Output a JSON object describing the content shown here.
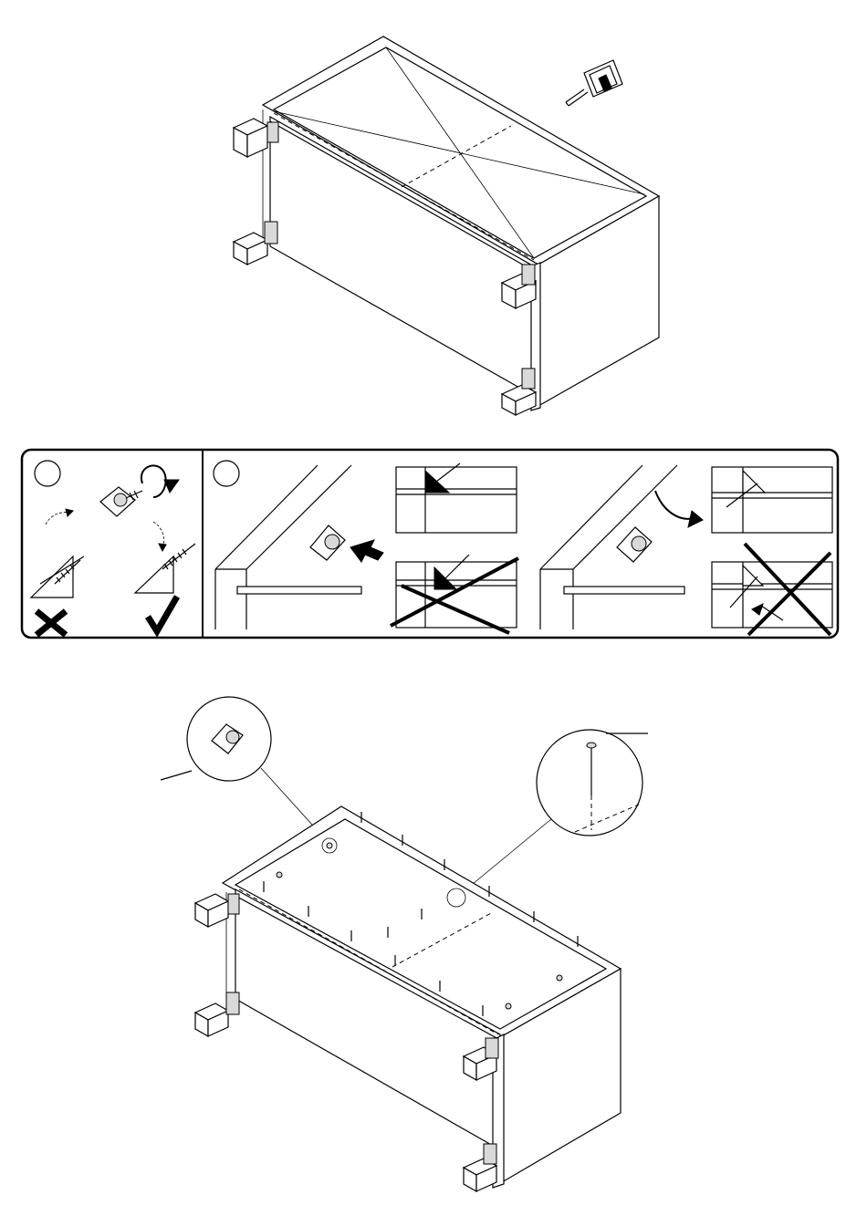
{
  "document": {
    "type": "assembly-instruction-sheet"
  },
  "step_markers": [
    {
      "id": "circle-a",
      "label": ""
    },
    {
      "id": "circle-b",
      "label": ""
    }
  ],
  "icons": {
    "tape_measure": "tape-measure-icon",
    "wrong": "cross-mark-icon",
    "right": "check-mark-icon"
  },
  "colors": {
    "ink": "#000000",
    "paper": "#ffffff",
    "shade": "#d9d9d9"
  }
}
